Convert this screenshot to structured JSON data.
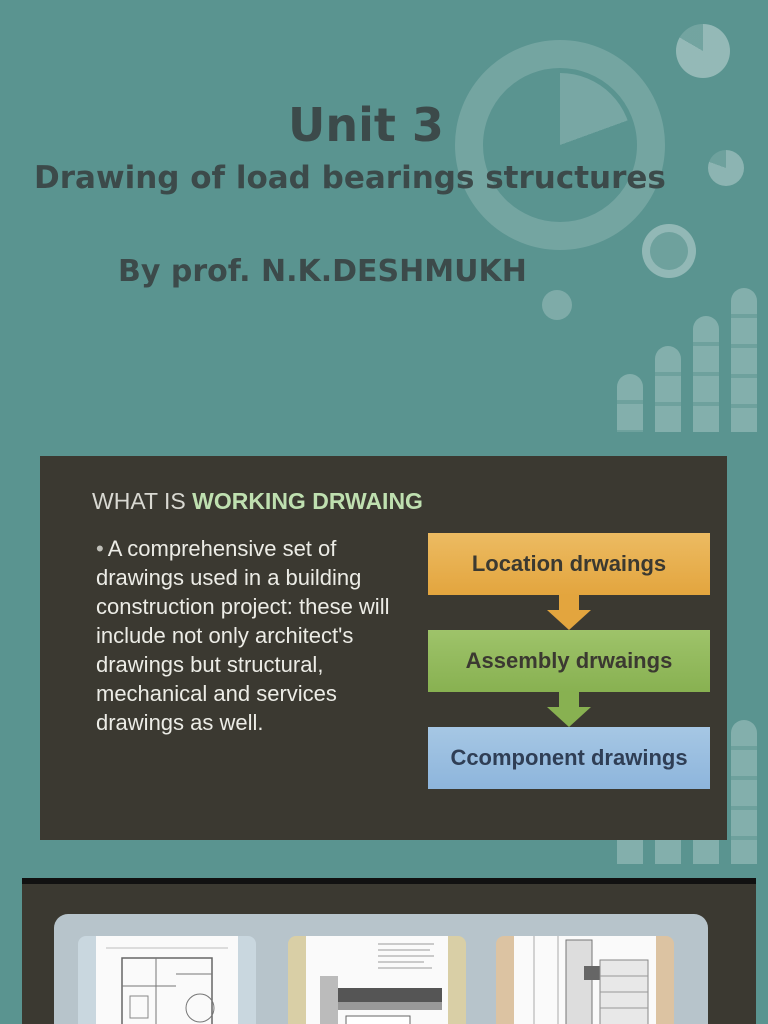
{
  "cover": {
    "title": "Unit 3",
    "subtitle": "Drawing of load bearings structures",
    "author": "By prof. N.K.DESHMUKH"
  },
  "slide": {
    "heading_prefix": "WHAT IS ",
    "heading_strong": "WORKING DRWAING",
    "bullet": "A comprehensive set of drawings used in a building construction project: these will include not only architect's drawings but structural, mechanical and services drawings as well.",
    "flow": [
      "Location drwaings",
      "Assembly drwaings",
      "Ccomponent drawings"
    ]
  },
  "gallery": {
    "thumbnails": [
      "floor-plan-drawing",
      "section-detail-drawing",
      "facade-detail-drawing"
    ]
  },
  "colors": {
    "background": "#5a9490",
    "slide_bg": "#3b3931",
    "location_box": "#e3a53e",
    "assembly_box": "#88b151",
    "component_box": "#8db5dc"
  }
}
